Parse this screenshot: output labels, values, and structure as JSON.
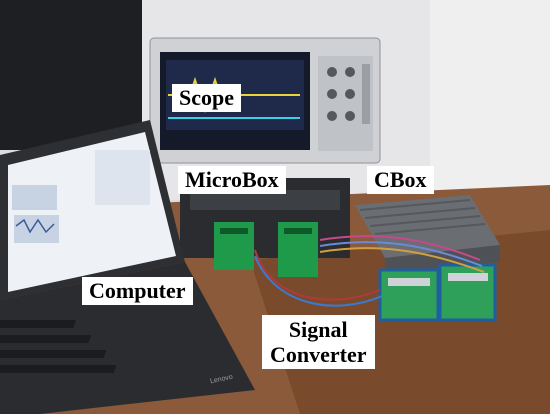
{
  "photo": {
    "labels": {
      "scope": "Scope",
      "microbox": "MicroBox",
      "cbox": "CBox",
      "computer": "Computer",
      "signal_converter_line1": "Signal",
      "signal_converter_line2": "Converter"
    },
    "laptop_brand": "Lenovo"
  }
}
